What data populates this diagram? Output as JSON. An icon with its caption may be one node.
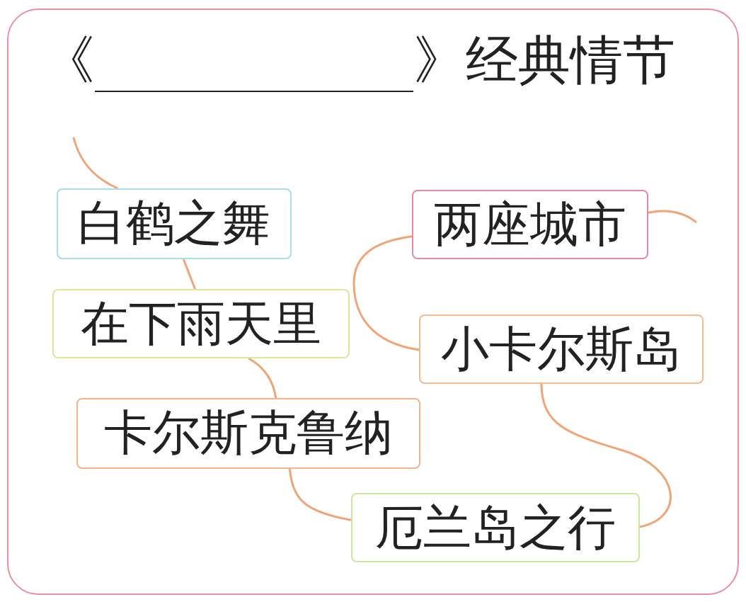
{
  "diagram": {
    "nodes": [
      {
        "text": [
          "白鹤之舞"
        ]
      },
      {
        "text": [
          "两座城市"
        ]
      },
      {
        "text": [
          "在下雨天里"
        ]
      },
      {
        "text": [
          "小卡尔斯岛"
        ]
      },
      {
        "text": [
          "卡尔斯克鲁纳"
        ]
      },
      {
        "text": [
          "厄兰岛之行"
        ]
      }
    ],
    "edges": [
      {
        "from": null,
        "to": 0,
        "arrow": "none"
      },
      {
        "from": 0,
        "to": 2,
        "arrow": "none"
      },
      {
        "from": 2,
        "to": 4,
        "arrow": "none"
      },
      {
        "from": 4,
        "to": 5,
        "arrow": "none"
      },
      {
        "from": 5,
        "to": 3,
        "arrow": "none"
      },
      {
        "from": 3,
        "to": 1,
        "arrow": "none"
      },
      {
        "from": 1,
        "to": null,
        "arrow": "none"
      }
    ],
    "labels": [
      "《",
      "》经典情节"
    ]
  }
}
